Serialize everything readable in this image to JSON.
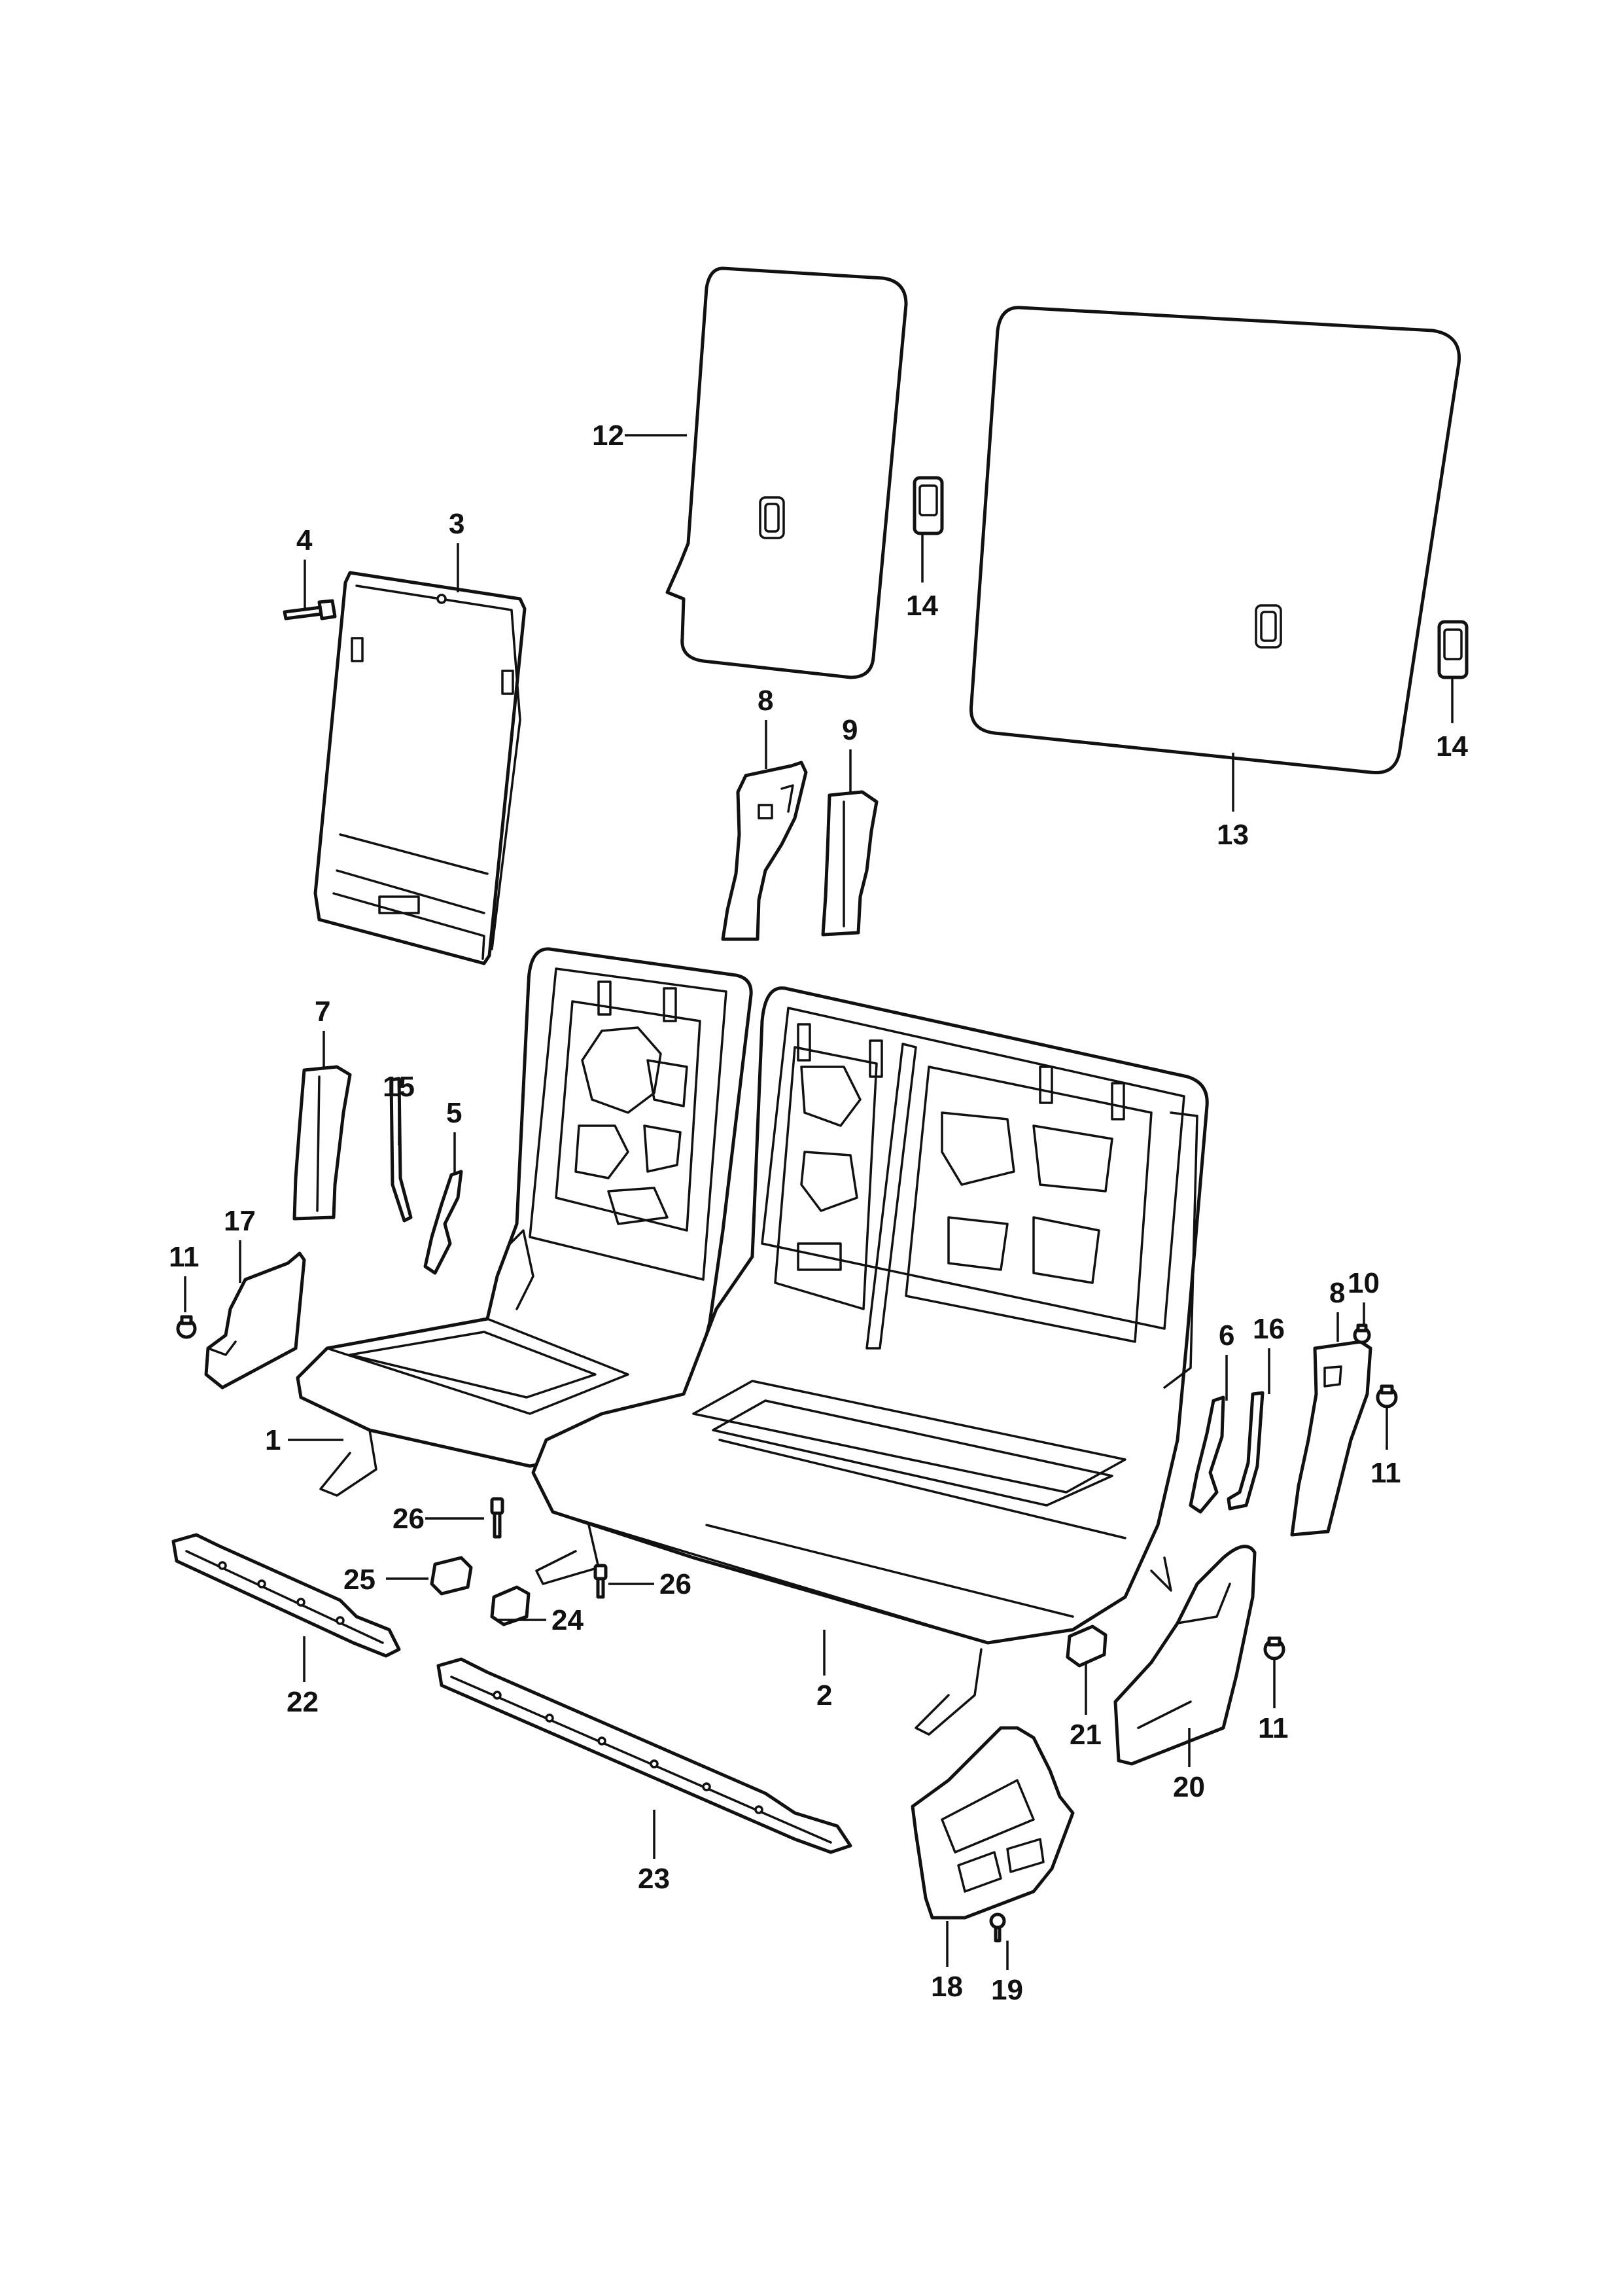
{
  "callouts": {
    "c1": "1",
    "c2": "2",
    "c3": "3",
    "c4": "4",
    "c5": "5",
    "c6": "6",
    "c7": "7",
    "c8a": "8",
    "c8b": "8",
    "c9": "9",
    "c10": "10",
    "c11a": "11",
    "c11b": "11",
    "c11c": "11",
    "c12": "12",
    "c13": "13",
    "c14a": "14",
    "c14b": "14",
    "c15": "15",
    "c16": "16",
    "c17": "17",
    "c18": "18",
    "c19": "19",
    "c20": "20",
    "c21": "21",
    "c22": "22",
    "c23": "23",
    "c24": "24",
    "c25": "25",
    "c26a": "26",
    "c26b": "26"
  }
}
